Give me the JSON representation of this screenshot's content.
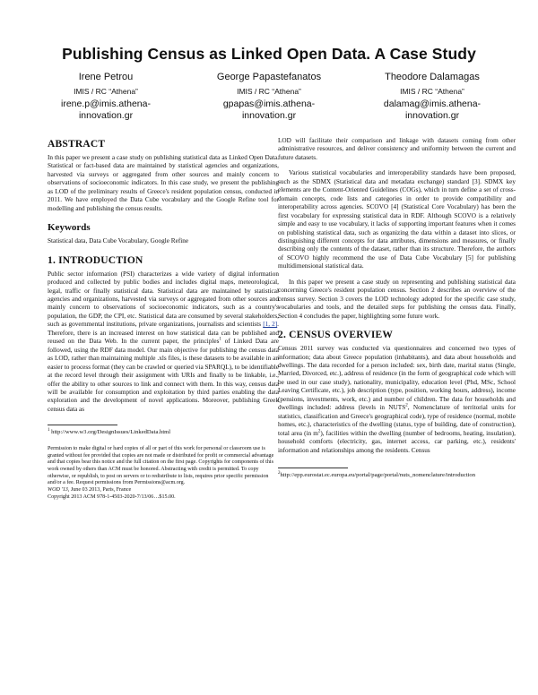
{
  "title": "Publishing Census as Linked Open Data. A Case Study",
  "authors": [
    {
      "name": "Irene Petrou",
      "affiliation": "IMIS / RC “Athena”",
      "email_line1": "irene.p@imis.athena-",
      "email_line2": "innovation.gr"
    },
    {
      "name": "George Papastefanatos",
      "affiliation": "IMIS / RC “Athena”",
      "email_line1": "gpapas@imis.athena-",
      "email_line2": "innovation.gr"
    },
    {
      "name": "Theodore Dalamagas",
      "affiliation": "IMIS / RC “Athena”",
      "email_line1": "dalamag@imis.athena-",
      "email_line2": "innovation.gr"
    }
  ],
  "abstract": {
    "heading": "ABSTRACT",
    "text": "In this paper we present a case study on publishing statistical data as Linked Open Data. Statistical or fact-based data are maintained by statistical agencies and organizations, harvested via surveys or aggregated from other sources and mainly concern to observations of socioeconomic indicators. In this case study, we present the publishing as LOD of the preliminary results of Greece's resident population census, conducted in 2011. We have employed the Data Cube vocabulary and the Google Refine tool for modelling and publishing the census results."
  },
  "keywords": {
    "heading": "Keywords",
    "text": "Statistical data, Data Cube Vocabulary, Google Refine"
  },
  "intro": {
    "heading": "1.  INTRODUCTION",
    "p1_a": "Public sector information (PSI) characterizes a wide variety of digital information produced and collected by public bodies and includes digital maps, meteorological, legal, traffic or finally statistical data. Statistical data are maintained by statistical agencies and organizations, harvested via surveys or aggregated from other sources and mainly concern to observations of socioeconomic indicators, such as a country's population, the GDP, the CPI, etc. Statistical data are consumed by several stakeholders, such as governmental institutions, private organizations, journalists and scientists ",
    "p1_cite": "[1, 2]",
    "p1_b": ". Therefore, there is an increased interest on how statistical data can be published and reused on the Data Web. In the current paper, the principles",
    "p1_sup": "1",
    "p1_c": " of Linked Data are followed, using the RDF data model. Our main objective for publishing the census data as LOD, rather than maintaining multiple .xls files, is these datasets to be available in an easier to process format (they can be crawled or queried via SPARQL), to be identifiable at the record level through their assignment with URIs and finally to be linkable, i.e., offer the ability to other sources to link and connect with them. In this way, census data will be available for consumption and exploitation by third parties enabling the data exploration and the development of novel applications. Moreover, publishing Greek census data as"
  },
  "footnote1": {
    "mark": "1",
    "text": " http://www.w3.org/DesignIssues/LinkedData.html"
  },
  "permission": {
    "text": "Permission to make digital or hard copies of all or part of this work for personal or classroom use is granted without fee provided that copies are not made or distributed for profit or commercial advantage and that copies bear this notice and the full citation on the first page. Copyrights for components of this work owned by others than ACM must be honored. Abstracting with credit is permitted. To copy otherwise, or republish, to post on servers or to redistribute to lists, requires prior specific permission and/or a fee. Request permissions from Permissions@acm.org.",
    "venue": "WOD '13",
    "venue_rest": ", June 03 2013, Paris, France",
    "copyright": "Copyright 2013 ACM 978-1-4503-2020-7/13/06…$15.00."
  },
  "right": {
    "p1": "LOD will facilitate their comparison and linkage with datasets coming from other administrative resources, and deliver consistency and uniformity between the current and future datasets.",
    "p2": "Various statistical vocabularies and interoperability standards have been proposed, such as the SDMX (Statistical data and metadata exchange) standard [3]. SDMX key elements are the Content-Oriented Guidelines (COGs), which in turn define a set of cross-domain concepts, code lists and categories in order to provide compatibility and interoperability across agencies. SCOVO [4] (Statistical Core Vocabulary) has been the first vocabulary for expressing statistical data in RDF. Although SCOVO is a relatively simple and easy to use vocabulary, it lacks of supporting important features when it comes on publishing statistical data, such as organizing the data within a dataset into slices, or distinguishing different concepts for data attributes, dimensions and measures, or finally describing only the contents of the dataset, rather than its structure. Therefore, the authors of SCOVO highly recommend the use of Data Cube Vocabulary [5] for publishing multidimensional statistical data.",
    "p3": "In this paper we present a case study on representing and publishing statistical data concerning Greece's resident population census. Section 2 describes an overview of the census survey. Section 3 covers the LOD technology adopted for the specific case study, vocabularies and tools, and the detailed steps for publishing the census data. Finally, Section 4 concludes the paper, highlighting some future work.",
    "census_heading": "2.  CENSUS OVERVIEW",
    "p4_a": "Census 2011 survey was conducted via questionnaires and concerned two types of information; data about Greece population (inhabitants), and data about households and dwellings. The data recorded for a person included: sex, birth date, marital status (Single, Married, Divorced, etc.), address of residence (in the form of geographical code which will be used in our case study), nationality, municipality, education level (Phd, MSc, School Leaving Certificate, etc.), job description (type, position, working hours, address), income (pensions, investments, work, etc.) and number of children. The data for households and dwellings included: address (levels in NUTS",
    "p4_sup1": "2",
    "p4_b": ", Nomenclature of territorial units for statistics, classification and Greece's geographical code), type of residence (normal, mobile homes, etc.), characteristics of the dwelling (status, type of building, date of construction), total area (in m",
    "p4_sup2": "2",
    "p4_c": "), facilities within the dwelling (number of bedrooms, heating, insulation), household comforts (electricity, gas, internet access, car parking, etc.), residents' information and relationships among the residents. Census"
  },
  "footnote2": {
    "mark": "2",
    "text": "http://epp.eurostat.ec.europa.eu/portal/page/portal/nuts_nomenclature/introduction"
  }
}
